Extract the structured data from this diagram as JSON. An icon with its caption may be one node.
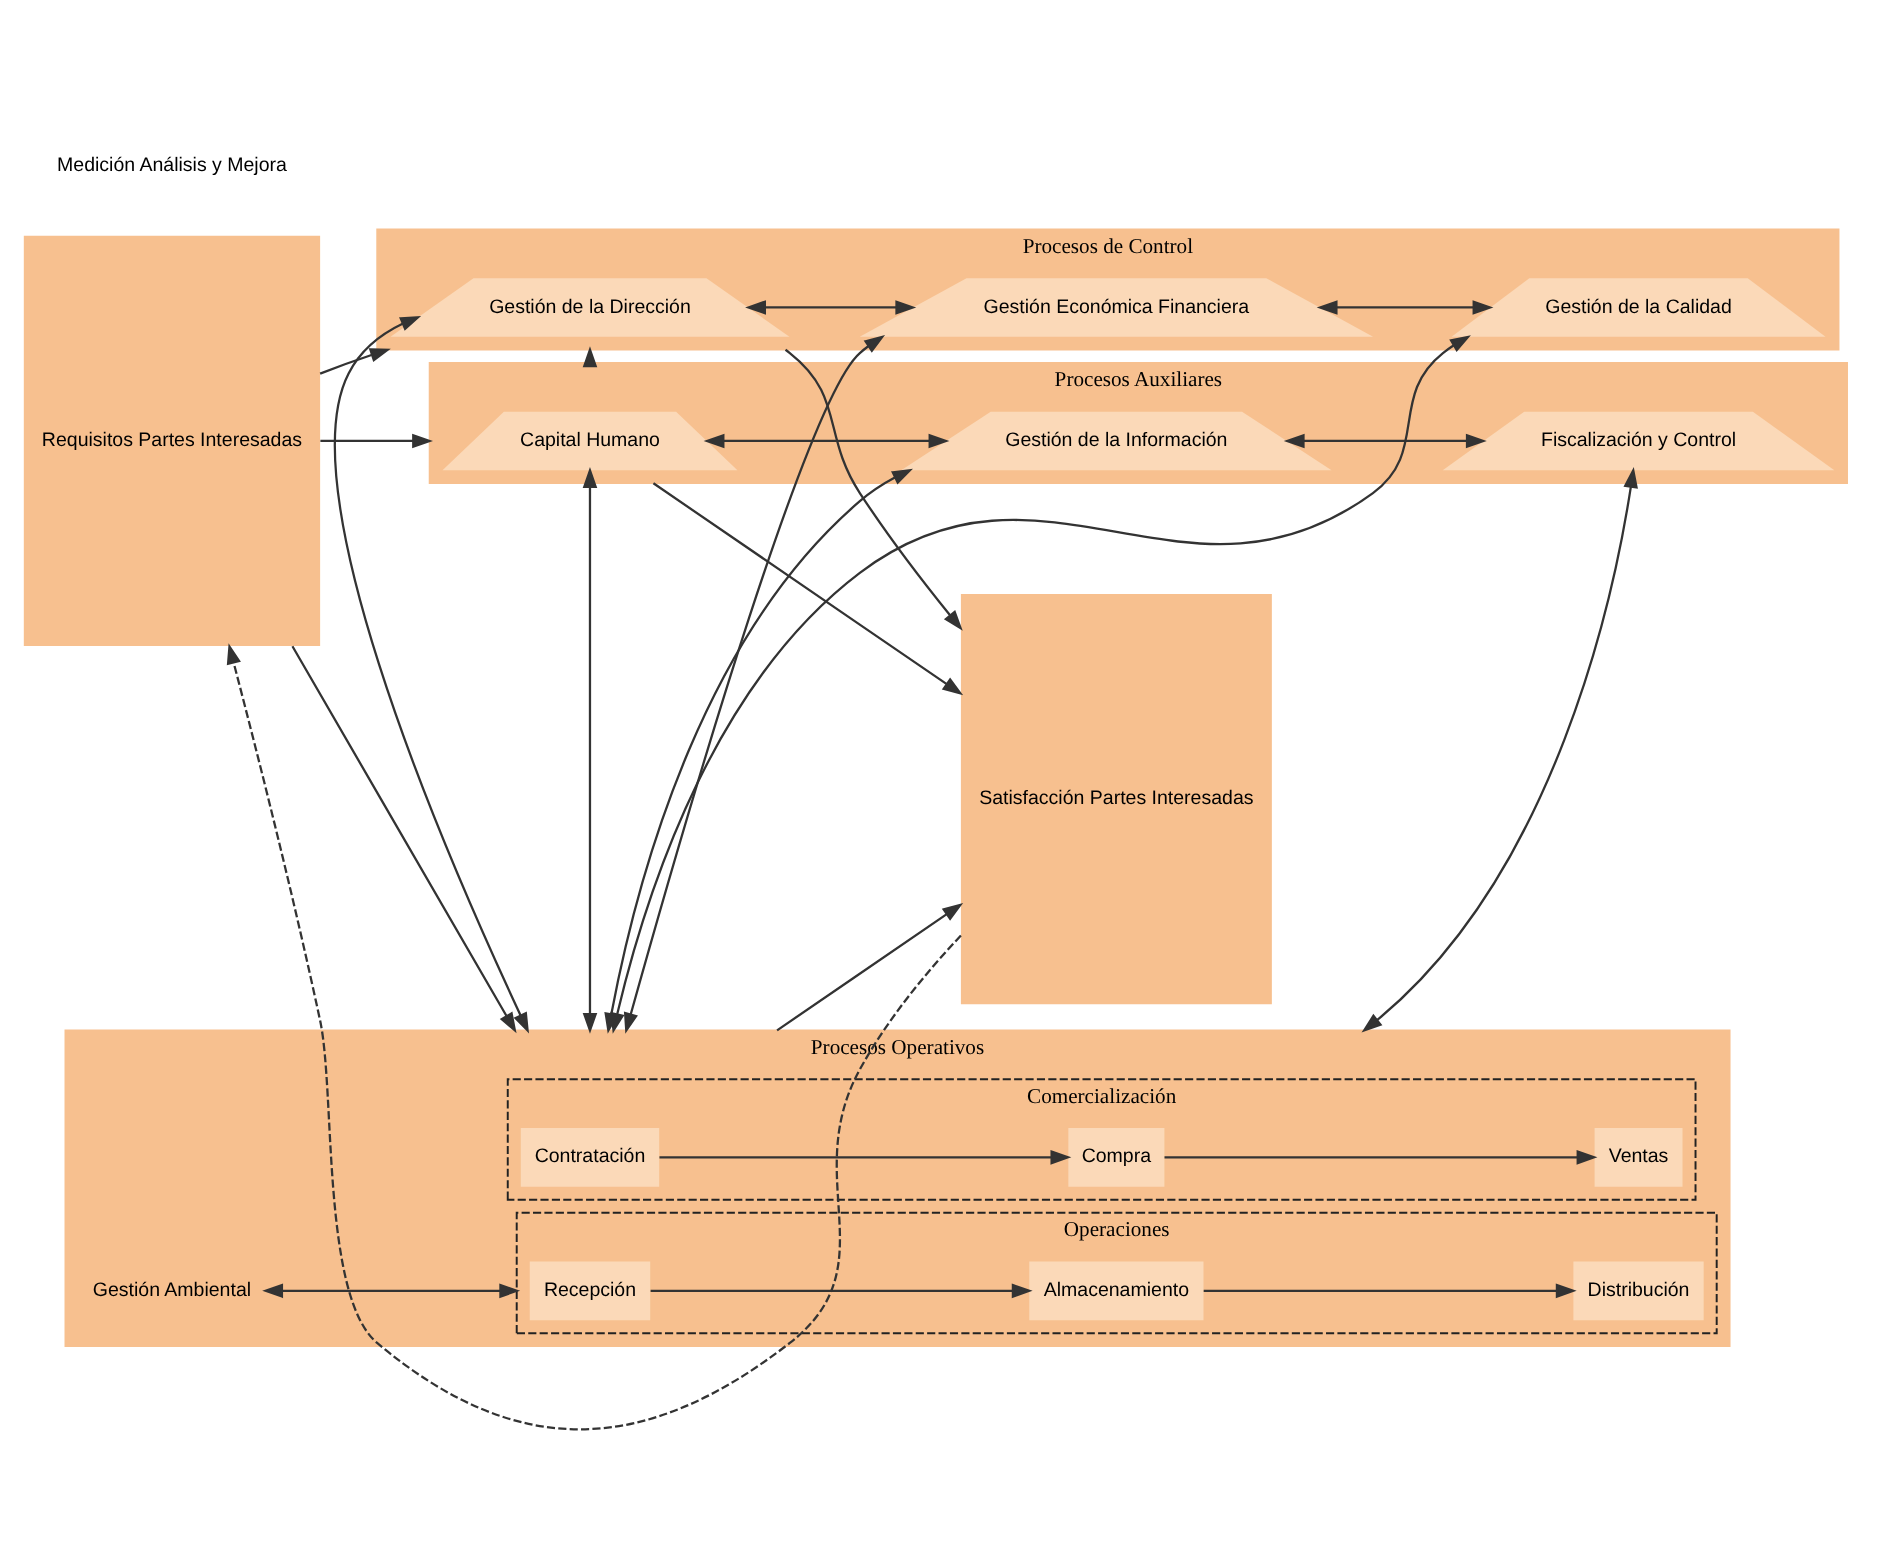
{
  "diagram": {
    "nodes": [
      {
        "text": [
          "Requisitos Partes Interesadas"
        ]
      },
      {
        "text": [
          "Procesos de Control"
        ]
      },
      {
        "text": [
          "Gestión de la Dirección"
        ],
        "in": 1
      },
      {
        "text": [
          "Gestión Económica Financiera"
        ],
        "in": 1
      },
      {
        "text": [
          "Gestión de la Calidad"
        ],
        "in": 1
      },
      {
        "text": [
          "Procesos Operativos"
        ]
      },
      {
        "text": [
          "Comercialización"
        ],
        "in": 5
      },
      {
        "text": [
          "Contratación"
        ],
        "in": 6
      },
      {
        "text": [
          "Compra"
        ],
        "in": 6
      },
      {
        "text": [
          "Ventas"
        ],
        "in": 6
      },
      {
        "text": [
          "Gestión Ambiental"
        ],
        "in": 5
      },
      {
        "text": [
          "Operaciones"
        ],
        "in": 5
      },
      {
        "text": [
          "Recepción"
        ],
        "in": 11
      },
      {
        "text": [
          "Almacenamiento"
        ],
        "in": 11
      },
      {
        "text": [
          "Distribución"
        ],
        "in": 11
      },
      {
        "text": [
          "Procesos Auxiliares"
        ]
      },
      {
        "text": [
          "Capital Humano"
        ],
        "in": 15
      },
      {
        "text": [
          "Gestión de la Información"
        ],
        "in": 15
      },
      {
        "text": [
          "Fiscalización y Control"
        ],
        "in": 15
      },
      {
        "text": [
          "Satisfacción Partes Interesadas"
        ]
      }
    ],
    "edges": [
      {
        "from": 0,
        "to": 1,
        "arrow": "to"
      },
      {
        "from": 0,
        "to": 5,
        "arrow": "to"
      },
      {
        "from": 0,
        "to": 15,
        "arrow": "to"
      },
      {
        "from": 2,
        "to": 3,
        "arrow": "both"
      },
      {
        "from": 3,
        "to": 4,
        "arrow": "both"
      },
      {
        "from": 2,
        "to": 5,
        "arrow": "both"
      },
      {
        "from": 3,
        "to": 5,
        "arrow": "both"
      },
      {
        "from": 4,
        "to": 5,
        "arrow": "both"
      },
      {
        "from": 7,
        "to": 8,
        "arrow": "to"
      },
      {
        "from": 8,
        "to": 9,
        "arrow": "to"
      },
      {
        "from": 10,
        "to": 11,
        "arrow": "both"
      },
      {
        "from": 12,
        "to": 13,
        "arrow": "to"
      },
      {
        "from": 13,
        "to": 14,
        "arrow": "to"
      },
      {
        "from": 5,
        "to": 16,
        "arrow": "both"
      },
      {
        "from": 5,
        "to": 17,
        "arrow": "both"
      },
      {
        "from": 5,
        "to": 18,
        "arrow": "both"
      },
      {
        "from": 16,
        "to": 17,
        "arrow": "both"
      },
      {
        "from": 17,
        "to": 18,
        "arrow": "both"
      },
      {
        "from": 15,
        "to": 1,
        "arrow": "to",
        "style": "dashed"
      },
      {
        "from": 1,
        "to": 19,
        "arrow": "to"
      },
      {
        "from": 5,
        "to": 19,
        "arrow": "to"
      },
      {
        "from": 15,
        "to": 19,
        "arrow": "to"
      },
      {
        "from": 19,
        "to": 0,
        "arrow": "to",
        "style": "dashed"
      }
    ],
    "labels": [
      "Medición Análisis y Mejora"
    ]
  }
}
